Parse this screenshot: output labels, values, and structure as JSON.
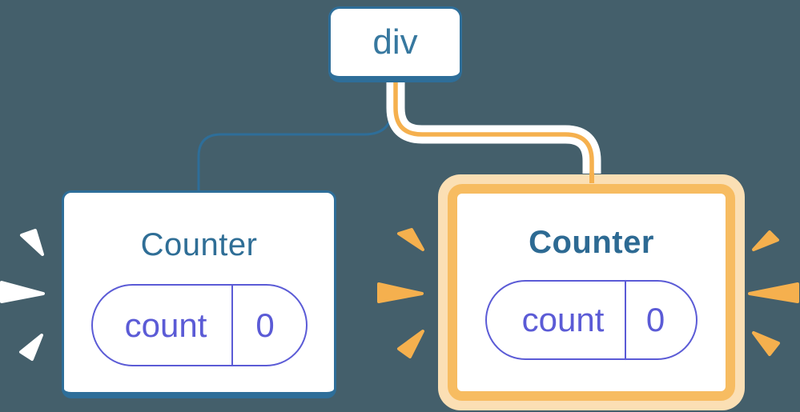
{
  "tree": {
    "root": {
      "label": "div"
    },
    "children": [
      {
        "title": "Counter",
        "state_key": "count",
        "state_value": "0",
        "highlighted": false
      },
      {
        "title": "Counter",
        "state_key": "count",
        "state_value": "0",
        "highlighted": true
      }
    ]
  },
  "decorations": {
    "left_burst_color_name": "white-burst",
    "right_burst_color_name": "orange-burst",
    "burst_ray_count_left": 3,
    "burst_ray_count_right": 6
  },
  "colors": {
    "background": "#445F6B",
    "node_border_blue": "#2E6E99",
    "node_text_blue": "#37789F",
    "counter_title_blue": "#2F6E96",
    "counter_title_bold_blue": "#2D6A93",
    "pill_purple": "#5B5BD6",
    "connector_blue": "#2E6E99",
    "connector_orange": "#F5B04E",
    "connector_casing_white": "#FFFFFF",
    "highlight_ring_inner": "#F7BC61",
    "highlight_ring_outer": "#FBDFB4",
    "burst_white": "#FFFFFF",
    "burst_orange": "#F5B04E"
  }
}
